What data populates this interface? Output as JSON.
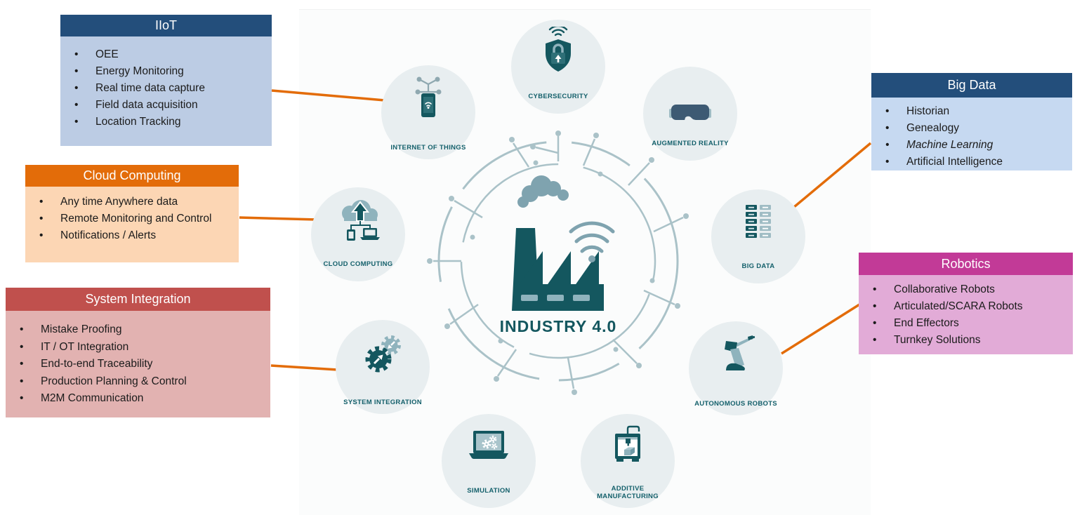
{
  "diagram_title": "INDUSTRY 4.0",
  "colors": {
    "connector_orange": "#E36C09",
    "teal_dark": "#14575F",
    "teal_light": "#8FB3BD",
    "ring": "#AAC2C8",
    "circle_bg": "#E8EEF0",
    "navy_header": "#234E7B",
    "magenta_header": "#C23A97",
    "brick_header": "#C0504D"
  },
  "nodes": [
    {
      "id": "cybersecurity",
      "label": "CYBERSECURITY"
    },
    {
      "id": "internet-of-things",
      "label": "INTERNET OF THINGS"
    },
    {
      "id": "augmented-reality",
      "label": "AUGMENTED REALITY"
    },
    {
      "id": "cloud-computing",
      "label": "CLOUD COMPUTING"
    },
    {
      "id": "big-data",
      "label": "BIG DATA"
    },
    {
      "id": "system-integration",
      "label": "SYSTEM INTEGRATION"
    },
    {
      "id": "autonomous-robots",
      "label": "AUTONOMOUS ROBOTS"
    },
    {
      "id": "simulation",
      "label": "SIMULATION"
    },
    {
      "id": "additive-manufacturing",
      "label": "ADDITIVE MANUFACTURING"
    }
  ],
  "callouts": [
    {
      "id": "iiot",
      "title": "IIoT",
      "header_color": "#234E7B",
      "body_color": "#BCCCE4",
      "items": [
        "OEE",
        "Energy Monitoring",
        "Real time data capture",
        "Field data acquisition",
        "Location Tracking"
      ],
      "italic_indexes": []
    },
    {
      "id": "cloud-computing",
      "title": "Cloud Computing",
      "header_color": "#E36C09",
      "body_color": "#FCD6B4",
      "items": [
        "Any time Anywhere data",
        "Remote Monitoring and Control",
        "Notifications / Alerts"
      ],
      "italic_indexes": []
    },
    {
      "id": "system-integration",
      "title": "System Integration",
      "header_color": "#C0504D",
      "body_color": "#E2B2B1",
      "items": [
        "Mistake Proofing",
        "IT / OT Integration",
        "End-to-end Traceability",
        "Production Planning & Control",
        "M2M Communication"
      ],
      "italic_indexes": []
    },
    {
      "id": "big-data",
      "title": "Big Data",
      "header_color": "#234E7B",
      "body_color": "#C6D9F1",
      "items": [
        "Historian",
        "Genealogy",
        "Machine Learning",
        "Artificial Intelligence"
      ],
      "italic_indexes": [
        2
      ]
    },
    {
      "id": "robotics",
      "title": "Robotics",
      "header_color": "#C23A97",
      "body_color": "#E2ABD7",
      "items": [
        "Collaborative Robots",
        "Articulated/SCARA Robots",
        "End Effectors",
        "Turnkey Solutions"
      ],
      "italic_indexes": []
    }
  ]
}
